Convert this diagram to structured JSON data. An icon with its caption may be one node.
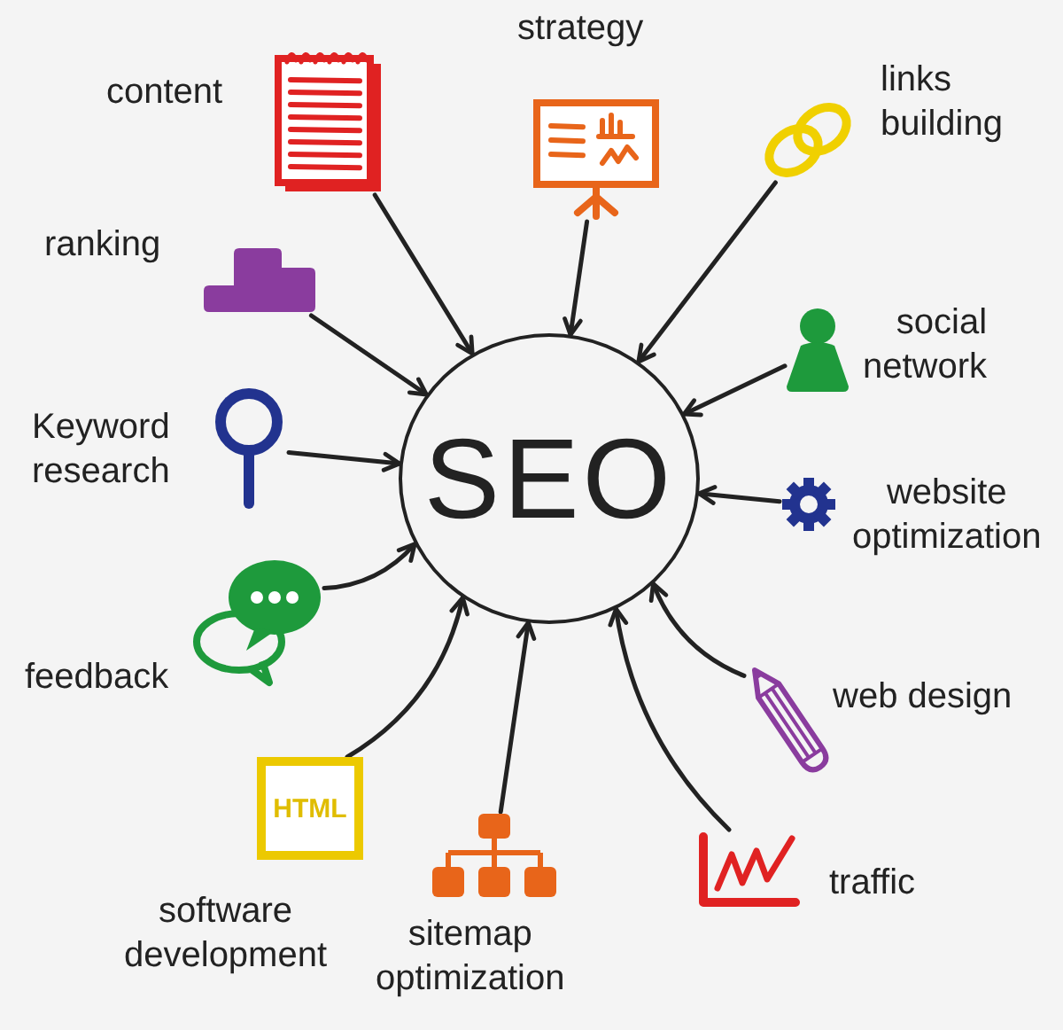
{
  "diagram": {
    "nodes": [
      {
        "text": [
          "content"
        ]
      },
      {
        "text": [
          "strategy"
        ]
      },
      {
        "text": [
          "links building"
        ]
      },
      {
        "text": [
          "ranking"
        ]
      },
      {
        "text": [
          "social network"
        ]
      },
      {
        "text": [
          "Keyword research"
        ]
      },
      {
        "text": [
          "SEO"
        ]
      },
      {
        "text": [
          "website optimization"
        ]
      },
      {
        "text": [
          "feedback"
        ]
      },
      {
        "text": [
          "web design"
        ]
      },
      {
        "text": [
          "software development"
        ]
      },
      {
        "text": [
          "sitemap optimization"
        ]
      },
      {
        "text": [
          "traffic"
        ]
      }
    ],
    "edges": [
      {
        "from": 0,
        "to": 6,
        "arrow": "to"
      },
      {
        "from": 1,
        "to": 6,
        "arrow": "to"
      },
      {
        "from": 2,
        "to": 6,
        "arrow": "to"
      },
      {
        "from": 3,
        "to": 6,
        "arrow": "to"
      },
      {
        "from": 4,
        "to": 6,
        "arrow": "to"
      },
      {
        "from": 5,
        "to": 6,
        "arrow": "to"
      },
      {
        "from": 7,
        "to": 6,
        "arrow": "to"
      },
      {
        "from": 8,
        "to": 6,
        "arrow": "to"
      },
      {
        "from": 9,
        "to": 6,
        "arrow": "to"
      },
      {
        "from": 10,
        "to": 6,
        "arrow": "to"
      },
      {
        "from": 11,
        "to": 6,
        "arrow": "to"
      },
      {
        "from": 12,
        "to": 6,
        "arrow": "to"
      }
    ],
    "labels": [
      "HTML"
    ]
  }
}
